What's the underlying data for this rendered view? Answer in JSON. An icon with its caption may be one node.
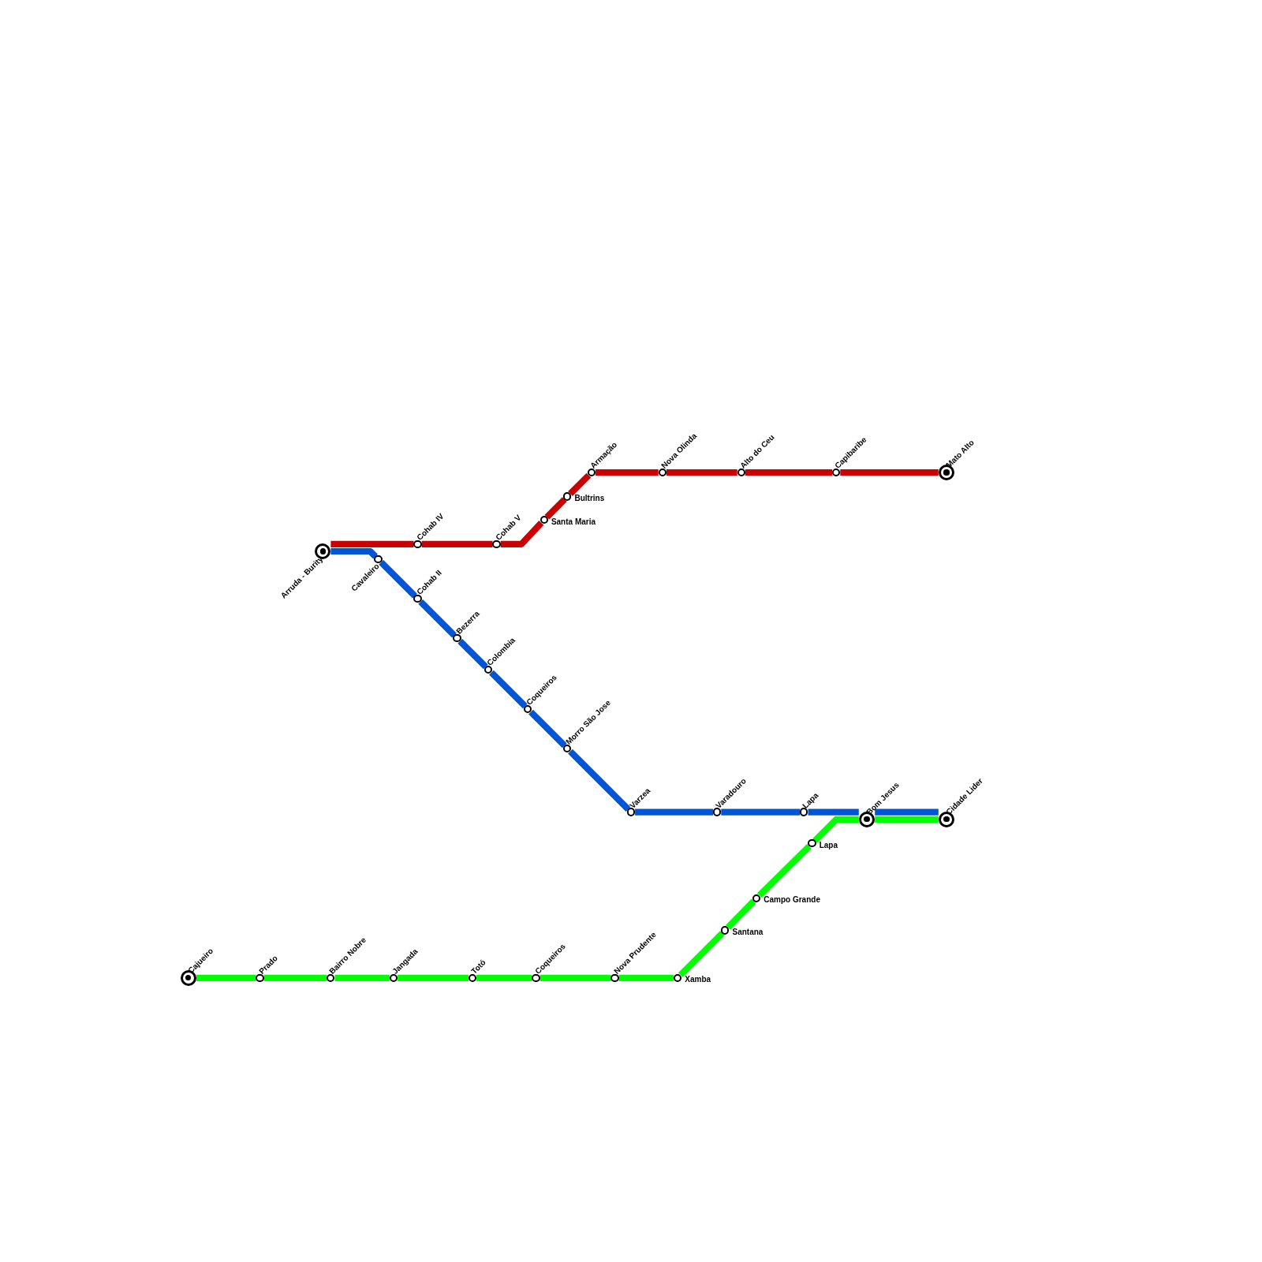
{
  "diagram": {
    "nodes": [
      {
        "text": [
          "Arruda - Burity"
        ]
      },
      {
        "text": [
          "Cohab IV"
        ]
      },
      {
        "text": [
          "Cohab V"
        ]
      },
      {
        "text": [
          "Santa Maria"
        ]
      },
      {
        "text": [
          "Bultrins"
        ]
      },
      {
        "text": [
          "Armação"
        ]
      },
      {
        "text": [
          "Nova Olinda"
        ]
      },
      {
        "text": [
          "Alto do Ceu"
        ]
      },
      {
        "text": [
          "Capibaribe"
        ]
      },
      {
        "text": [
          "Mato Alto"
        ]
      },
      {
        "text": [
          "Cavaleiro"
        ]
      },
      {
        "text": [
          "Cohab II"
        ]
      },
      {
        "text": [
          "Bezerra"
        ]
      },
      {
        "text": [
          "Colombia"
        ]
      },
      {
        "text": [
          "Coqueiros"
        ]
      },
      {
        "text": [
          "Morro São Jose"
        ]
      },
      {
        "text": [
          "Varzea"
        ]
      },
      {
        "text": [
          "Varadouro"
        ]
      },
      {
        "text": [
          "Lapa"
        ]
      },
      {
        "text": [
          "Bom Jesus"
        ]
      },
      {
        "text": [
          "Cidade Lider"
        ]
      },
      {
        "text": [
          "Cajueiro"
        ]
      },
      {
        "text": [
          "Prado"
        ]
      },
      {
        "text": [
          "Bairro Nobre"
        ]
      },
      {
        "text": [
          "Jangada"
        ]
      },
      {
        "text": [
          "Totó"
        ]
      },
      {
        "text": [
          "Coqueiros"
        ]
      },
      {
        "text": [
          "Nova Prudente"
        ]
      },
      {
        "text": [
          "Xamba"
        ]
      },
      {
        "text": [
          "Santana"
        ]
      },
      {
        "text": [
          "Campo Grande"
        ]
      },
      {
        "text": [
          "Lapa"
        ]
      }
    ],
    "edges": [
      {
        "from": 0,
        "to": 1,
        "arrow": "none",
        "color": "#cc0000"
      },
      {
        "from": 1,
        "to": 2,
        "arrow": "none",
        "color": "#cc0000"
      },
      {
        "from": 2,
        "to": 3,
        "arrow": "none",
        "color": "#cc0000"
      },
      {
        "from": 3,
        "to": 4,
        "arrow": "none",
        "color": "#cc0000"
      },
      {
        "from": 4,
        "to": 5,
        "arrow": "none",
        "color": "#cc0000"
      },
      {
        "from": 5,
        "to": 6,
        "arrow": "none",
        "color": "#cc0000"
      },
      {
        "from": 6,
        "to": 7,
        "arrow": "none",
        "color": "#cc0000"
      },
      {
        "from": 7,
        "to": 8,
        "arrow": "none",
        "color": "#cc0000"
      },
      {
        "from": 8,
        "to": 9,
        "arrow": "none",
        "color": "#cc0000"
      },
      {
        "from": 0,
        "to": 10,
        "arrow": "none",
        "color": "#0055d4"
      },
      {
        "from": 10,
        "to": 11,
        "arrow": "none",
        "color": "#0055d4"
      },
      {
        "from": 11,
        "to": 12,
        "arrow": "none",
        "color": "#0055d4"
      },
      {
        "from": 12,
        "to": 13,
        "arrow": "none",
        "color": "#0055d4"
      },
      {
        "from": 13,
        "to": 14,
        "arrow": "none",
        "color": "#0055d4"
      },
      {
        "from": 14,
        "to": 15,
        "arrow": "none",
        "color": "#0055d4"
      },
      {
        "from": 15,
        "to": 16,
        "arrow": "none",
        "color": "#0055d4"
      },
      {
        "from": 16,
        "to": 17,
        "arrow": "none",
        "color": "#0055d4"
      },
      {
        "from": 17,
        "to": 18,
        "arrow": "none",
        "color": "#0055d4"
      },
      {
        "from": 18,
        "to": 19,
        "arrow": "none",
        "color": "#0055d4"
      },
      {
        "from": 19,
        "to": 20,
        "arrow": "none",
        "color": "#0055d4"
      },
      {
        "from": 21,
        "to": 22,
        "arrow": "none",
        "color": "#00ff00"
      },
      {
        "from": 22,
        "to": 23,
        "arrow": "none",
        "color": "#00ff00"
      },
      {
        "from": 23,
        "to": 24,
        "arrow": "none",
        "color": "#00ff00"
      },
      {
        "from": 24,
        "to": 25,
        "arrow": "none",
        "color": "#00ff00"
      },
      {
        "from": 25,
        "to": 26,
        "arrow": "none",
        "color": "#00ff00"
      },
      {
        "from": 26,
        "to": 27,
        "arrow": "none",
        "color": "#00ff00"
      },
      {
        "from": 27,
        "to": 28,
        "arrow": "none",
        "color": "#00ff00"
      },
      {
        "from": 28,
        "to": 29,
        "arrow": "none",
        "color": "#00ff00"
      },
      {
        "from": 29,
        "to": 30,
        "arrow": "none",
        "color": "#00ff00"
      },
      {
        "from": 30,
        "to": 31,
        "arrow": "none",
        "color": "#00ff00"
      },
      {
        "from": 31,
        "to": 19,
        "arrow": "none",
        "color": "#00ff00"
      },
      {
        "from": 19,
        "to": 20,
        "arrow": "none",
        "color": "#00ff00"
      }
    ]
  }
}
